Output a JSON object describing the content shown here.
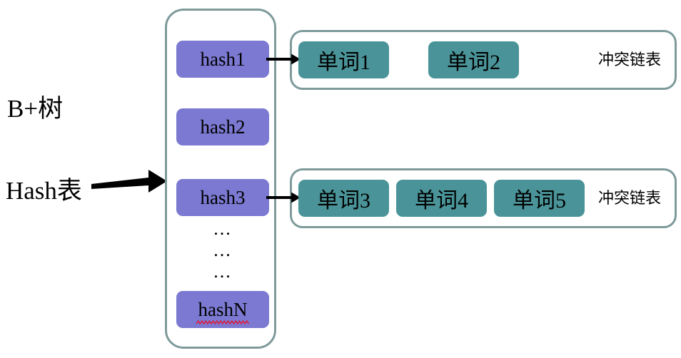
{
  "diagram": {
    "title": "Hash table with B+ tree label and collision chains",
    "colors": {
      "bucket_fill": "#7b79d1",
      "word_fill": "#4a9499",
      "container_border": "#7e9a9a",
      "arrow": "#000000",
      "spellcheck_underline": "#e8112d",
      "background": "#ffffff",
      "text": "#000000"
    }
  },
  "labels": {
    "btree": "B+树",
    "hashtable": "Hash表"
  },
  "bucket_array": {
    "slots": [
      {
        "label": "hash1",
        "has_chain": true,
        "misspelled": false
      },
      {
        "label": "hash2",
        "has_chain": false,
        "misspelled": false
      },
      {
        "label": "hash3",
        "has_chain": true,
        "misspelled": false
      },
      {
        "label": "hashN",
        "has_chain": false,
        "misspelled": true
      }
    ],
    "ellipsis_rows": [
      "...",
      "...",
      "..."
    ]
  },
  "chains": [
    {
      "source_slot": "hash1",
      "words": [
        "单词1",
        "单词2"
      ],
      "label": "冲突链表"
    },
    {
      "source_slot": "hash3",
      "words": [
        "单词3",
        "单词4",
        "单词5"
      ],
      "label": "冲突链表"
    }
  ],
  "icons": {
    "big_arrow": "thick-right-arrow-icon",
    "link_arrow": "thin-right-arrow-icon",
    "squiggle": "red-squiggly-underline-icon"
  }
}
